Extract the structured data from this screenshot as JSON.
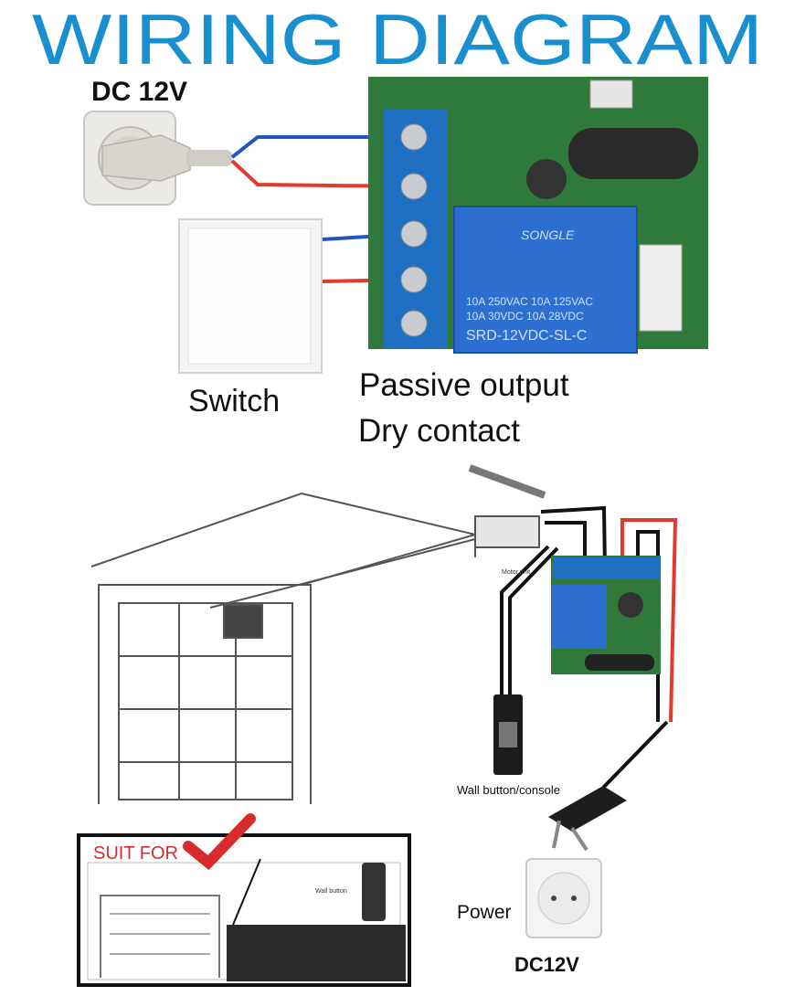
{
  "title": "WIRING DIAGRAM",
  "labels": {
    "dc12v_top": "DC 12V",
    "switch": "Switch",
    "passive_output": "Passive output",
    "dry_contact": "Dry contact",
    "motor_unit": "Motor unit",
    "wall_button_console": "Wall button/console",
    "power": "Power",
    "dc12v_bottom": "DC12V",
    "suit_for": "SUIT FOR",
    "wall_button_small": "Wall button"
  },
  "relay": {
    "brand": "SONGLE",
    "rating_line1": "10A 250VAC 10A 125VAC",
    "rating_line2": "10A  30VDC  10A  28VDC",
    "model": "SRD-12VDC-SL-C"
  },
  "colors": {
    "title_blue": "#1a8fd0",
    "pcb_green": "#2f7a3a",
    "terminal_blue": "#1f6fc2",
    "relay_blue": "#2c6fd1",
    "wire_blue": "#2155c2",
    "wire_red": "#e23a2d",
    "check_red": "#d92b2b"
  },
  "icons": [
    "wall-socket-icon",
    "plug-icon",
    "wall-switch-icon",
    "relay-module-icon",
    "garage-door-icon",
    "wall-button-icon",
    "checkmark-icon"
  ]
}
